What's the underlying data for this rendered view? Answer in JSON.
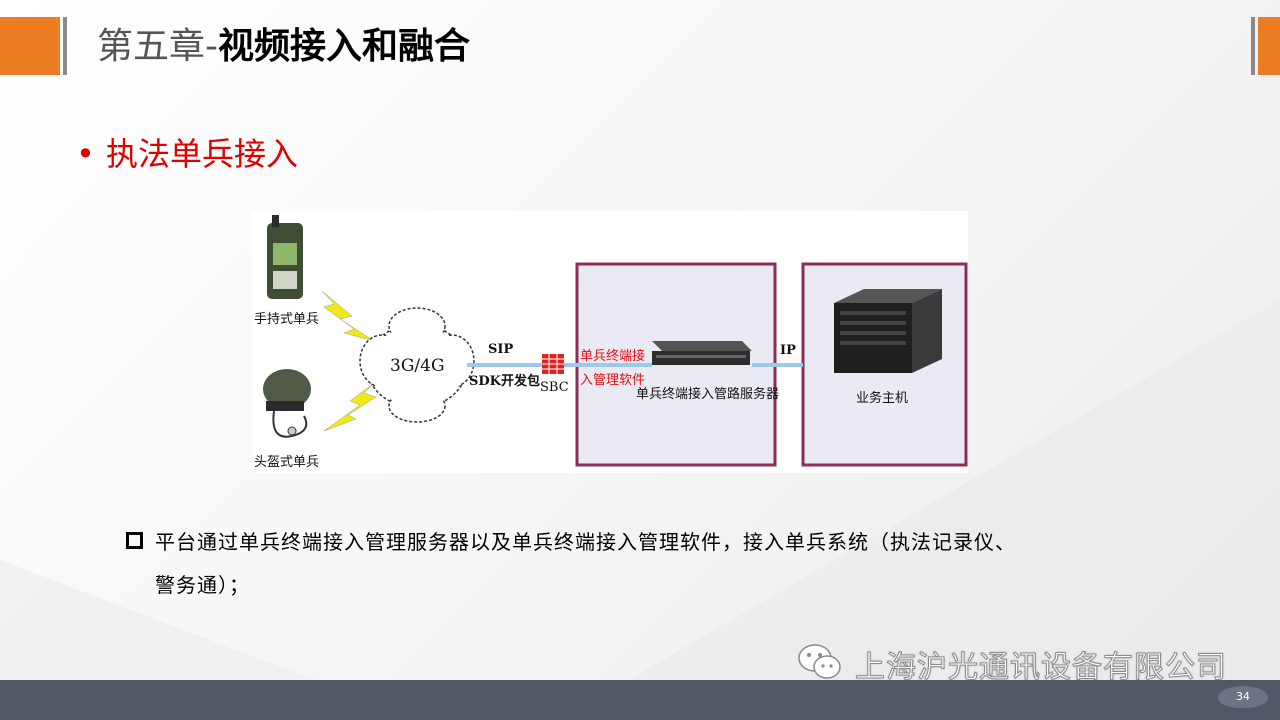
{
  "slide": {
    "title_prefix": "第五章-",
    "title_main": "视频接入和融合",
    "bullet": "执法单兵接入",
    "page_number": "34"
  },
  "diagram": {
    "handheld_label": "手持式单兵",
    "helmet_label": "头盔式单兵",
    "cloud_label": "3G/4G",
    "sip_label": "SIP",
    "sdk_label": "SDK开发包",
    "sbc_label": "SBC",
    "software_label_line1": "单兵终端接",
    "software_label_line2": "入管理软件",
    "server_label": "单兵终端接入管路服务器",
    "ip_label": "IP",
    "host_label": "业务主机"
  },
  "body": {
    "line1": "平台通过单兵终端接入管理服务器以及单兵终端接入管理软件，接入单兵系统（执法记录仪、",
    "line2": "警务通）；"
  },
  "watermark": {
    "text": "上海沪光通讯设备有限公司"
  },
  "colors": {
    "accent_orange": "#ed7d22",
    "bullet_red": "#e00000",
    "frame_purple": "#8b2c5a",
    "footer_gray": "#4f5863"
  }
}
